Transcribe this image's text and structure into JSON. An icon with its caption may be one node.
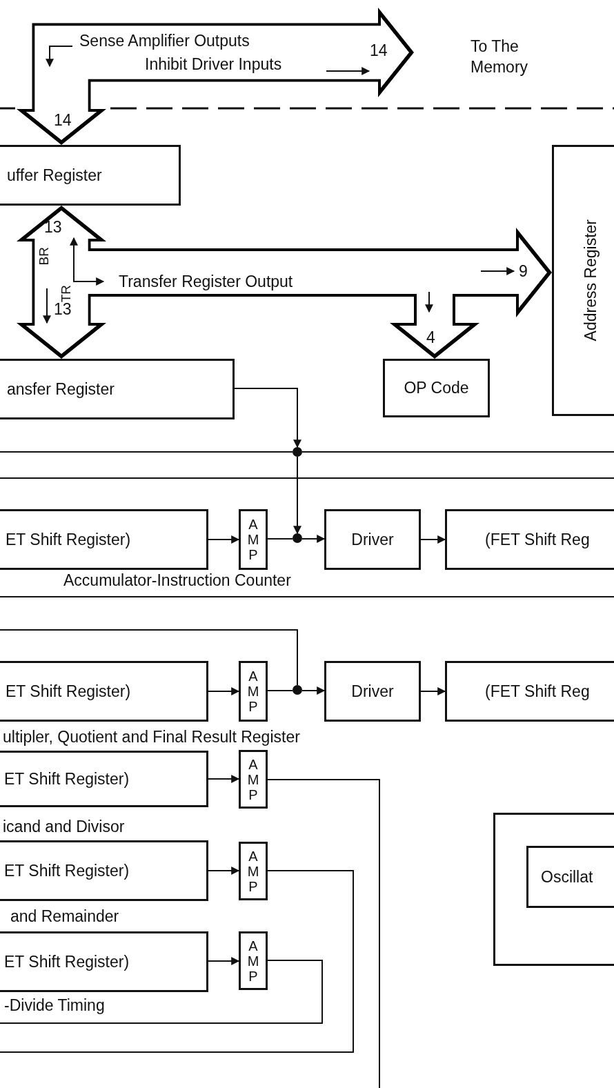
{
  "diagram": {
    "nodes": [
      {
        "text": [
          "uffer Register"
        ]
      },
      {
        "text": [
          "Address Register"
        ]
      },
      {
        "text": [
          "ansfer Register"
        ]
      },
      {
        "text": [
          "OP Code"
        ]
      },
      {
        "text": [
          "ET Shift Register)"
        ]
      },
      {
        "text": [
          "AMP"
        ]
      },
      {
        "text": [
          "Driver"
        ]
      },
      {
        "text": [
          "(FET Shift Reg"
        ]
      },
      {
        "text": [
          "ET Shift Register)"
        ]
      },
      {
        "text": [
          "AMP"
        ]
      },
      {
        "text": [
          "Driver"
        ]
      },
      {
        "text": [
          "(FET Shift Reg"
        ]
      },
      {
        "text": [
          "ET Shift Register)"
        ]
      },
      {
        "text": [
          "AMP"
        ]
      },
      {
        "text": [
          "ET Shift Register)"
        ]
      },
      {
        "text": [
          "AMP"
        ]
      },
      {
        "text": [
          "ET Shift Register)"
        ]
      },
      {
        "text": [
          "AMP"
        ]
      },
      {
        "text": [],
        "shape": "box"
      },
      {
        "text": [
          "Oscillat"
        ],
        "in": 18
      },
      {
        "text": [
          "To The Memory"
        ]
      },
      {
        "text": [],
        "shape": "circle"
      },
      {
        "text": [],
        "shape": "circle"
      },
      {
        "text": [],
        "shape": "circle"
      }
    ],
    "edges": [
      {
        "from": 0,
        "to": 20,
        "arrow": "both",
        "label": "14",
        "style": "thick"
      },
      {
        "from": 0,
        "to": 2,
        "arrow": "both",
        "label": "13",
        "style": "thick"
      },
      {
        "from": 0,
        "to": 1,
        "arrow": "to",
        "label": "9",
        "style": "thick"
      },
      {
        "from": 0,
        "to": 3,
        "arrow": "to",
        "label": "4",
        "style": "thick"
      },
      {
        "from": 2,
        "to": 21,
        "arrow": "to"
      },
      {
        "from": null,
        "to": 21,
        "arrow": "none"
      },
      {
        "from": 21,
        "to": null,
        "arrow": "none"
      },
      {
        "from": 21,
        "to": 22,
        "arrow": "to"
      },
      {
        "from": 4,
        "to": 5,
        "arrow": "to"
      },
      {
        "from": 5,
        "to": 22,
        "arrow": "none"
      },
      {
        "from": 22,
        "to": 6,
        "arrow": "to"
      },
      {
        "from": 6,
        "to": 7,
        "arrow": "to"
      },
      {
        "from": null,
        "to": 23,
        "arrow": "none"
      },
      {
        "from": 8,
        "to": 9,
        "arrow": "to"
      },
      {
        "from": 9,
        "to": 23,
        "arrow": "none"
      },
      {
        "from": 23,
        "to": 10,
        "arrow": "to"
      },
      {
        "from": 10,
        "to": 11,
        "arrow": "to"
      },
      {
        "from": 12,
        "to": 13,
        "arrow": "to"
      },
      {
        "from": 13,
        "to": null,
        "arrow": "none"
      },
      {
        "from": 14,
        "to": 15,
        "arrow": "to"
      },
      {
        "from": 15,
        "to": null,
        "arrow": "none"
      },
      {
        "from": 16,
        "to": 17,
        "arrow": "to"
      },
      {
        "from": 17,
        "to": null,
        "arrow": "none"
      }
    ],
    "labels": [
      "Sense Amplifier Outputs",
      "14",
      "Inhibit Driver Inputs",
      "13",
      "BR",
      "Transfer Register Output",
      "TR",
      "Accumulator-Instruction Counter",
      "ultipler, Quotient and Final Result Register",
      "icand and Divisor",
      "and Remainder",
      "-Divide Timing"
    ]
  }
}
